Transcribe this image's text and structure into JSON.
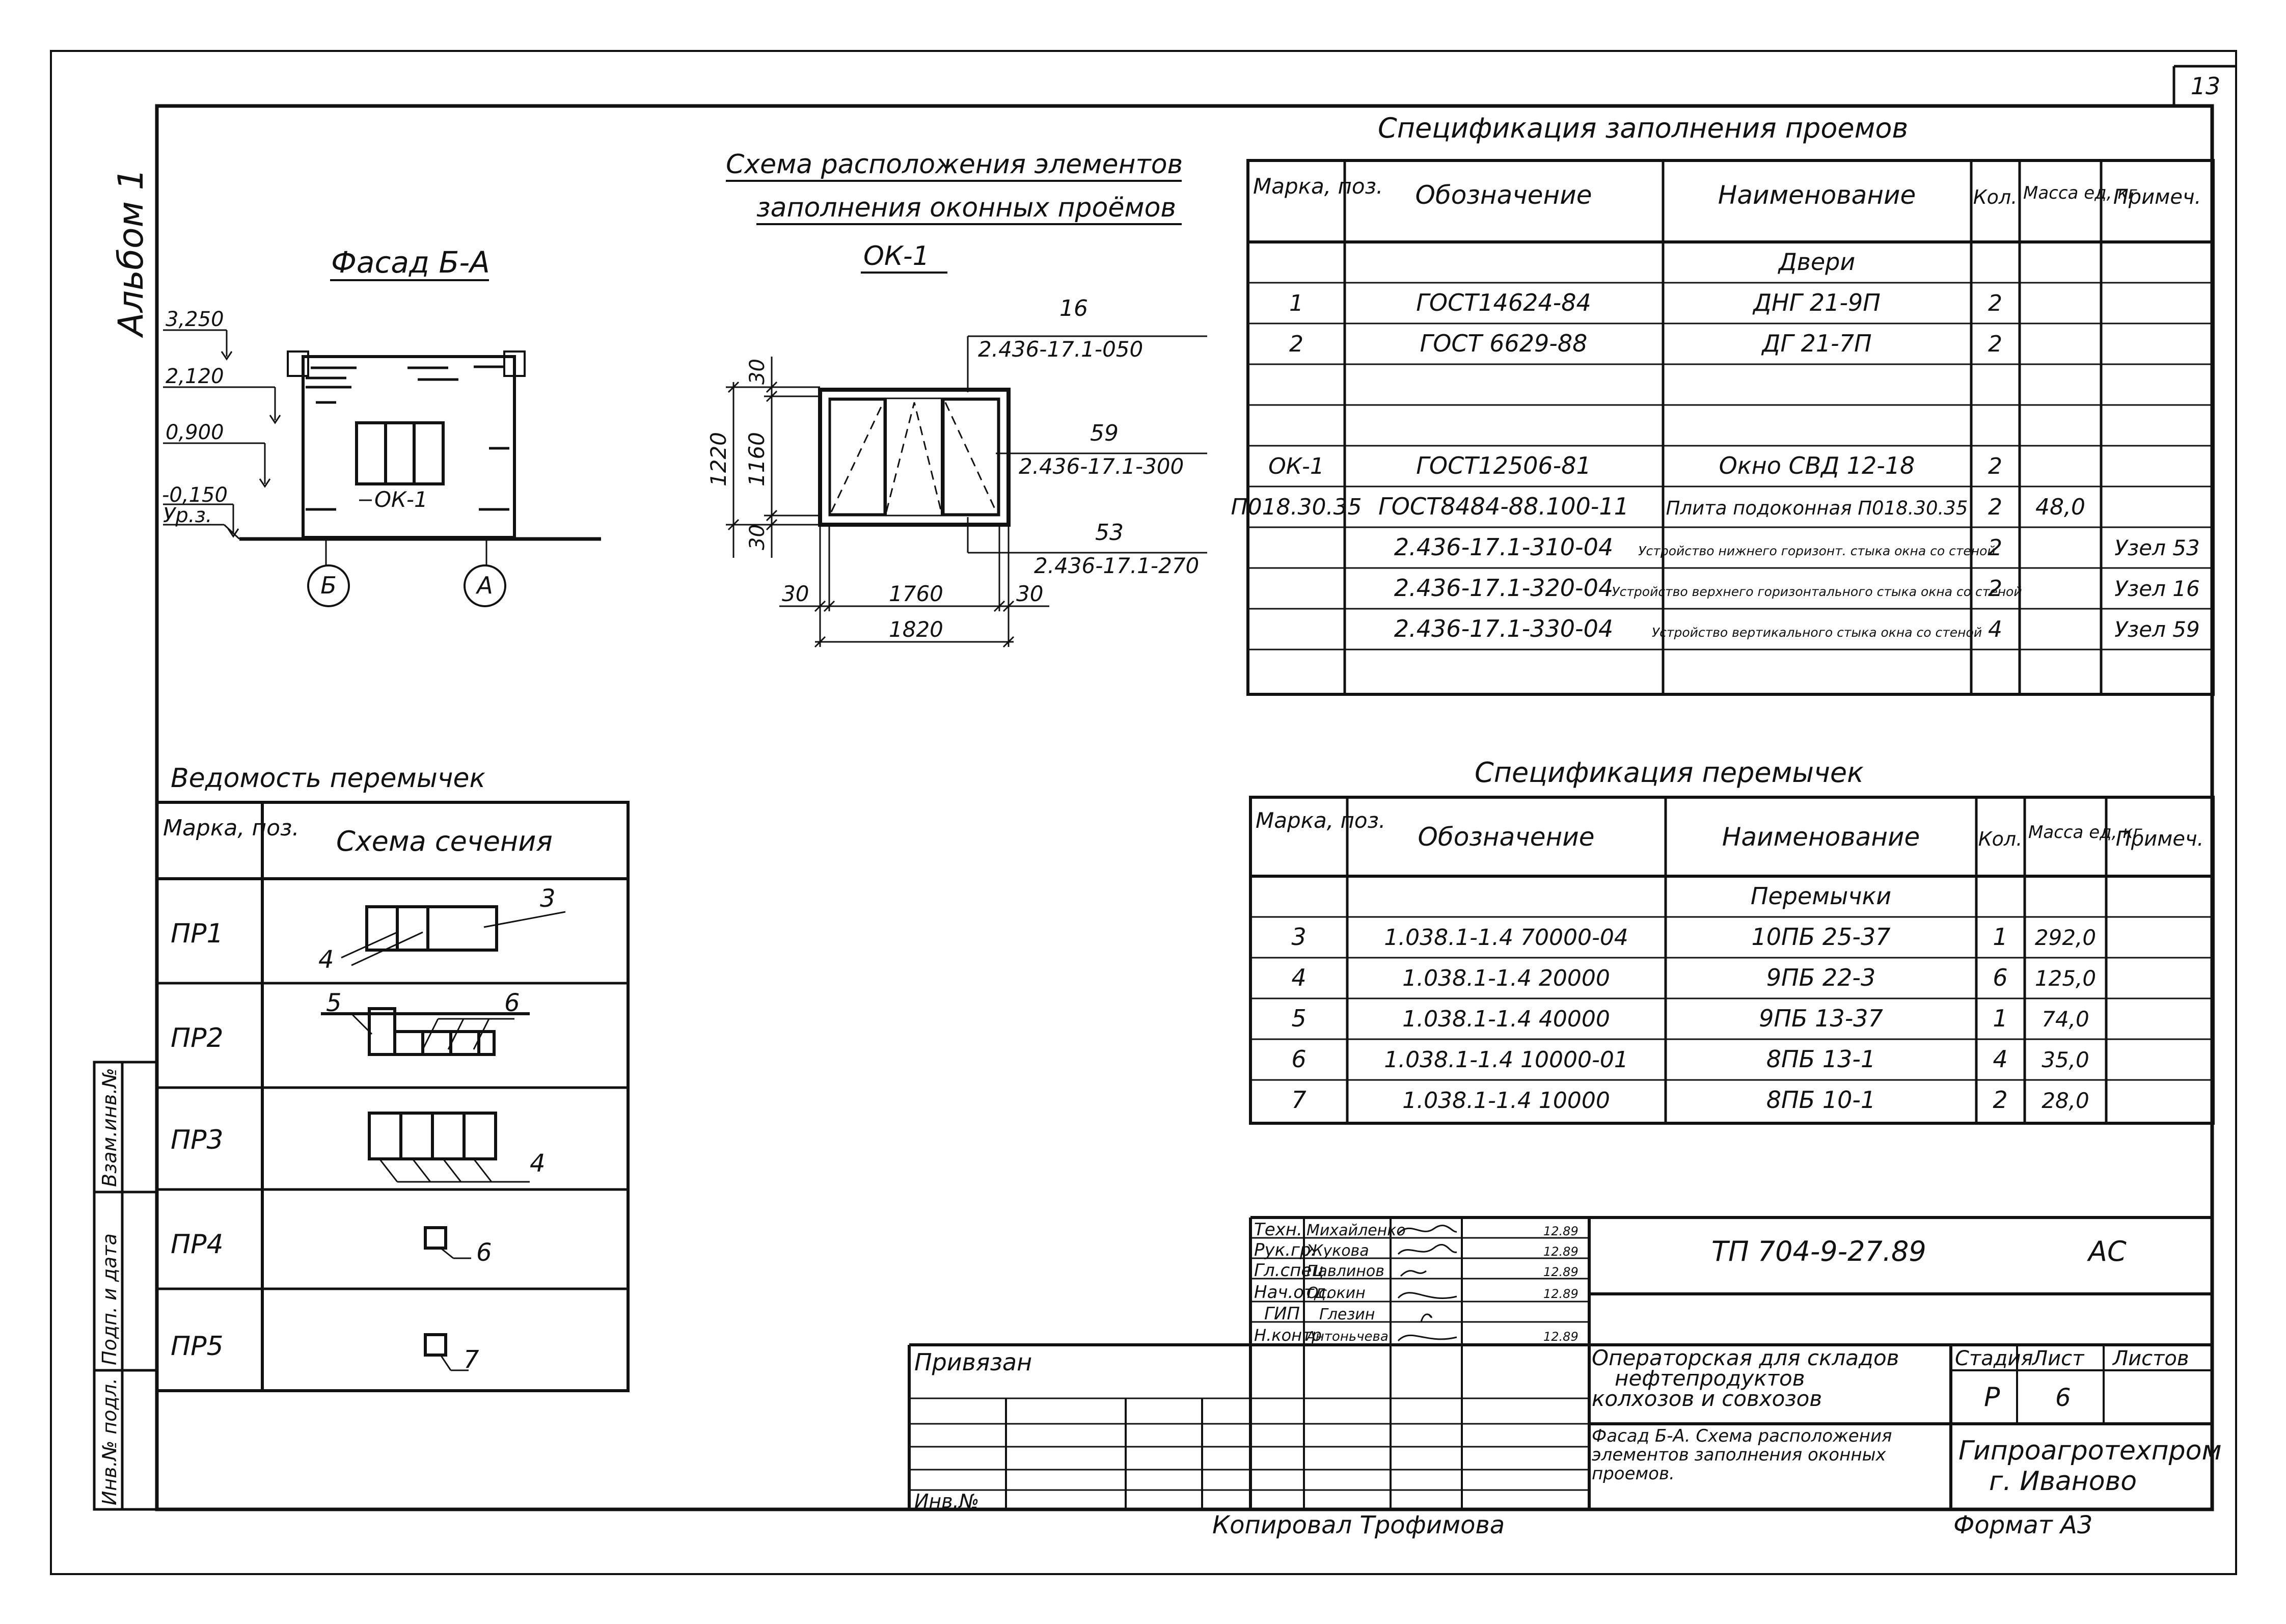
{
  "sheet_number": "13",
  "album_label": "Альбом 1",
  "facade": {
    "title": "Фасад Б-А",
    "levels": [
      "3,250",
      "2,120",
      "0,900",
      "-0,150",
      "Ур.з."
    ],
    "window_label": "ОК-1",
    "axes": [
      "Б",
      "А"
    ]
  },
  "window_scheme": {
    "title_line1": "Схема расположения элементов",
    "title_line2": "заполнения оконных проёмов",
    "mark": "ОК-1",
    "callouts": [
      {
        "num": "16",
        "code": "2.436-17.1-050"
      },
      {
        "num": "59",
        "code": "2.436-17.1-300"
      },
      {
        "num": "53",
        "code": "2.436-17.1-270"
      }
    ],
    "dims": {
      "overall_h": "1220",
      "top": "30",
      "mid": "1160",
      "bottom": "30",
      "left": "30",
      "width_inner": "1760",
      "right": "30",
      "overall_w": "1820"
    }
  },
  "opening_spec": {
    "title": "Спецификация заполнения проемов",
    "headers": [
      "Марка, поз.",
      "Обозначение",
      "Наименование",
      "Кол.",
      "Масса ед, кг",
      "Примеч."
    ],
    "rows": [
      [
        "",
        "",
        "Двери",
        "",
        "",
        ""
      ],
      [
        "1",
        "ГОСТ14624-84",
        "ДНГ 21-9П",
        "2",
        "",
        ""
      ],
      [
        "2",
        "ГОСТ 6629-88",
        "ДГ 21-7П",
        "2",
        "",
        ""
      ],
      [
        "",
        "",
        "",
        "",
        "",
        ""
      ],
      [
        "",
        "",
        "",
        "",
        "",
        ""
      ],
      [
        "ОК-1",
        "ГОСТ12506-81",
        "Окно СВД 12-18",
        "2",
        "",
        ""
      ],
      [
        "П018.30.35",
        "ГОСТ8484-88.100-11",
        "Плита подоконная П018.30.35",
        "2",
        "48,0",
        ""
      ],
      [
        "",
        "2.436-17.1-310-04",
        "Устройство нижнего горизонт. стыка окна со стеной",
        "2",
        "",
        "Узел 53"
      ],
      [
        "",
        "2.436-17.1-320-04",
        "Устройство верхнего горизонтального стыка окна со стеной",
        "2",
        "",
        "Узел 16"
      ],
      [
        "",
        "2.436-17.1-330-04",
        "Устройство вертикального стыка окна со стеной",
        "4",
        "",
        "Узел 59"
      ],
      [
        "",
        "",
        "",
        "",
        "",
        ""
      ]
    ]
  },
  "lintel_list": {
    "title": "Ведомость перемычек",
    "headers": [
      "Марка, поз.",
      "Схема сечения"
    ],
    "rows": [
      {
        "mark": "ПР1",
        "labels": [
          "4",
          "3"
        ]
      },
      {
        "mark": "ПР2",
        "labels": [
          "5",
          "6"
        ]
      },
      {
        "mark": "ПР3",
        "labels": [
          "4"
        ]
      },
      {
        "mark": "ПР4",
        "labels": [
          "6"
        ]
      },
      {
        "mark": "ПР5",
        "labels": [
          "7"
        ]
      }
    ]
  },
  "lintel_spec": {
    "title": "Спецификация перемычек",
    "headers": [
      "Марка, поз.",
      "Обозначение",
      "Наименование",
      "Кол.",
      "Масса ед, кг",
      "Примеч."
    ],
    "rows": [
      [
        "",
        "",
        "Перемычки",
        "",
        "",
        ""
      ],
      [
        "3",
        "1.038.1-1.4 70000-04",
        "10ПБ 25-37",
        "1",
        "292,0",
        ""
      ],
      [
        "4",
        "1.038.1-1.4 20000",
        "9ПБ 22-3",
        "6",
        "125,0",
        ""
      ],
      [
        "5",
        "1.038.1-1.4 40000",
        "9ПБ 13-37",
        "1",
        "74,0",
        ""
      ],
      [
        "6",
        "1.038.1-1.4 10000-01",
        "8ПБ 13-1",
        "4",
        "35,0",
        ""
      ],
      [
        "7",
        "1.038.1-1.4 10000",
        "8ПБ 10-1",
        "2",
        "28,0",
        ""
      ]
    ]
  },
  "left_stamp": [
    "Инв.№ подл.",
    "Подп. и дата",
    "Взам.инв.№"
  ],
  "title_block": {
    "signatures": [
      [
        "Техн.",
        "Михайленко",
        "",
        "12.89"
      ],
      [
        "Рук.гр.",
        "Жукова",
        "",
        "12.89"
      ],
      [
        "Гл.спец",
        "Павлинов",
        "",
        "12.89"
      ],
      [
        "Нач.отд.",
        "Осокин",
        "",
        "12.89"
      ],
      [
        "ГИП",
        "Глезин",
        "",
        ""
      ],
      [
        "Н.контр",
        "Антоньчева",
        "",
        "12.89"
      ]
    ],
    "project_code": "ТП 704-9-27.89",
    "set_code": "АС",
    "object_line1": "Операторская для складов",
    "object_line2": "нефтепродуктов",
    "object_line3": "колхозов и совхозов",
    "stage_header": "Стадия",
    "sheet_header": "Лист",
    "sheets_header": "Листов",
    "stage": "Р",
    "sheet": "6",
    "sheets": "",
    "drawing_line1": "Фасад Б-А. Схема расположения",
    "drawing_line2": "элементов заполнения оконных",
    "drawing_line3": "проемов.",
    "org_line1": "Гипроагротехпром",
    "org_line2": "г. Иваново",
    "bound_label": "Привязан",
    "inv_label": "Инв.№"
  },
  "copied_by": "Копировал Трофимова",
  "format": "Формат А3"
}
